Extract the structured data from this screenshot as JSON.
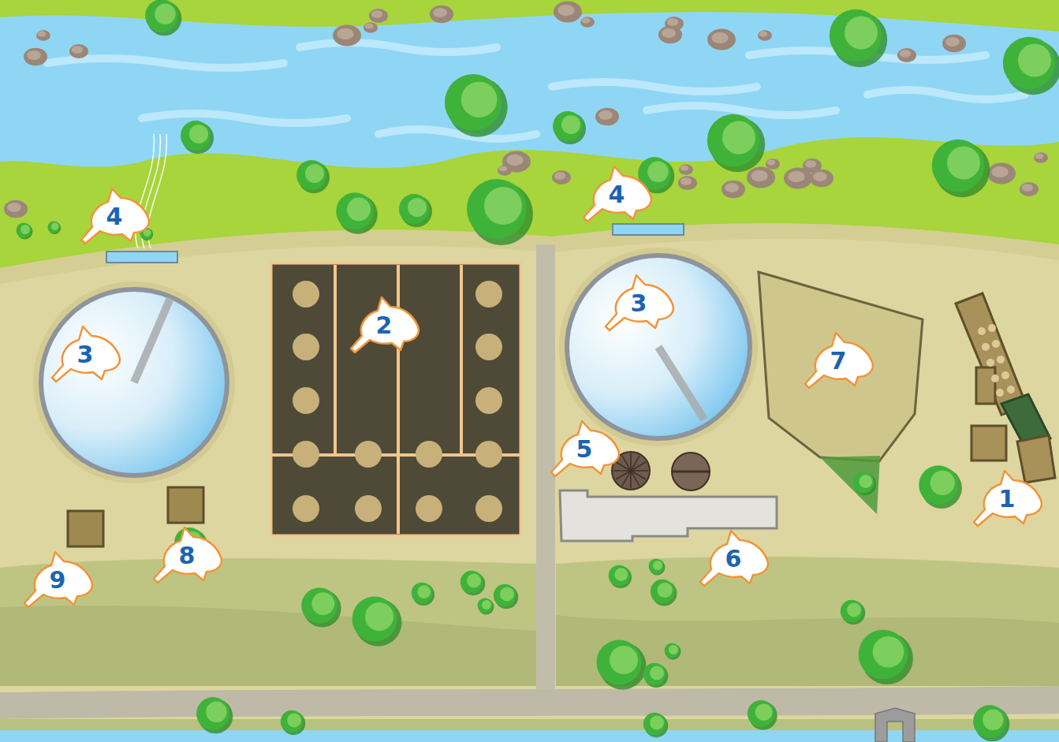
{
  "diagram": {
    "nodes": [
      {
        "text": [
          "4"
        ]
      },
      {
        "text": [
          "4"
        ]
      },
      {
        "text": [
          "3"
        ]
      },
      {
        "text": [
          "2"
        ]
      },
      {
        "text": [
          "3"
        ]
      },
      {
        "text": [
          "7"
        ]
      },
      {
        "text": [
          "5"
        ]
      },
      {
        "text": [
          "1"
        ]
      },
      {
        "text": [
          "8"
        ]
      },
      {
        "text": [
          "6"
        ]
      },
      {
        "text": [
          "9"
        ]
      }
    ]
  }
}
